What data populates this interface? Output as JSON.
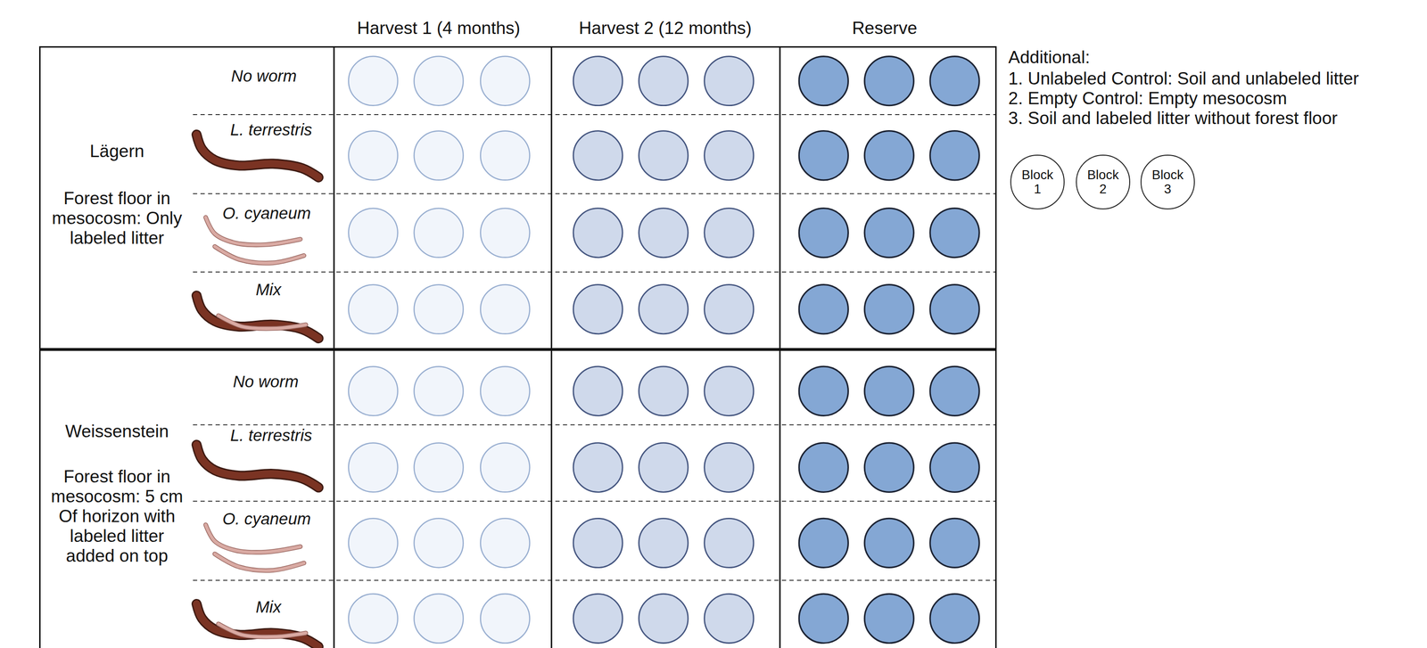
{
  "diagram": {
    "nodes": [
      {
        "text": [
          "Lägern",
          "Forest floor in mesocosm: Only labeled litter"
        ]
      },
      {
        "text": [
          "Weissenstein",
          "Forest floor in mesocosm: 5 cm Of horizon with labeled litter added on top"
        ]
      },
      {
        "text": [
          "Block 1"
        ]
      },
      {
        "text": [
          "Block 2"
        ]
      },
      {
        "text": [
          "Block 3"
        ]
      }
    ],
    "labels": [
      "Harvest 1 (4 months)",
      "Harvest 2 (12 months)",
      "Reserve",
      "No worm",
      "L. terrestris",
      "O. cyaneum",
      "Mix",
      "No worm",
      "L. terrestris",
      "O. cyaneum",
      "Mix",
      "Additional:",
      "1. Unlabeled Control: Soil and unlabeled litter",
      "2. Empty Control: Empty mesocosm",
      "3. Soil and labeled litter without forest floor"
    ]
  }
}
